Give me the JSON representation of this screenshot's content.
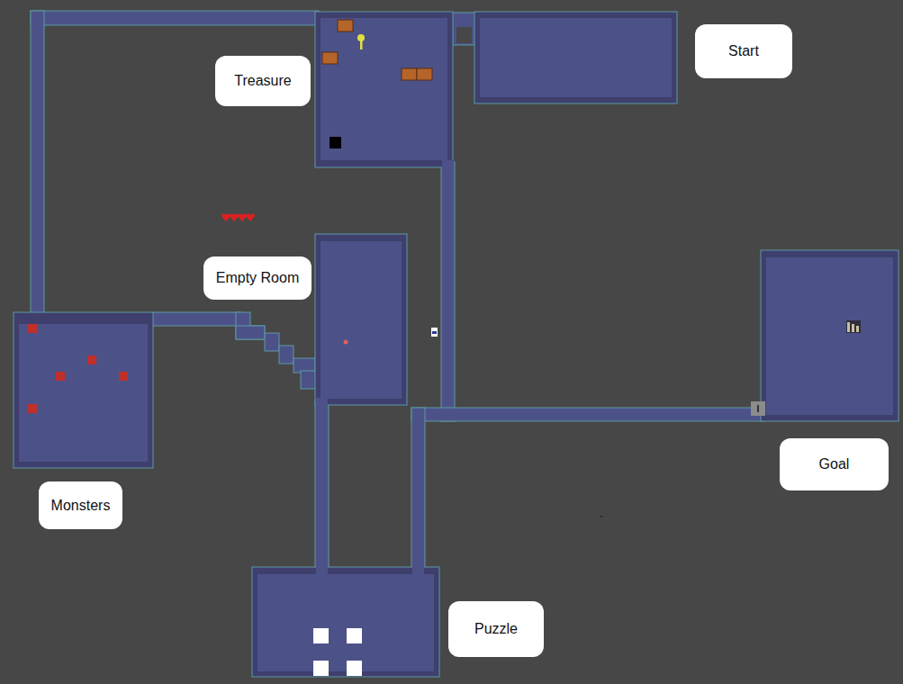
{
  "diagram": {
    "nodes": [
      {
        "text": [
          "Start"
        ]
      },
      {
        "text": [
          "Treasure"
        ]
      },
      {
        "text": [
          "Empty Room"
        ]
      },
      {
        "text": [
          "Goal"
        ]
      },
      {
        "text": [
          "Monsters"
        ]
      },
      {
        "text": [
          "Puzzle"
        ]
      }
    ]
  }
}
